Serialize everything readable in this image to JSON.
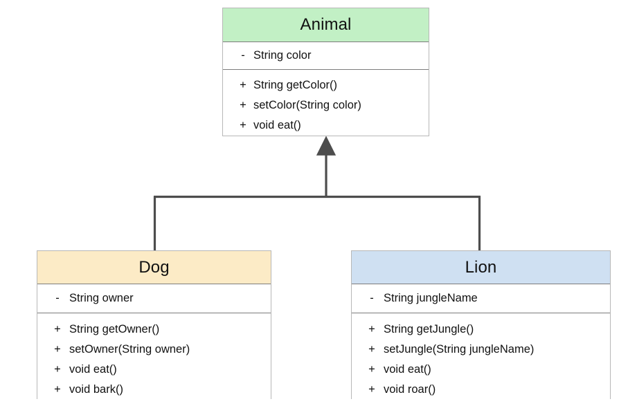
{
  "diagram": {
    "type": "uml-class-diagram",
    "background_color": "#ffffff",
    "connector_color": "#4d4d4d",
    "relationship": "inheritance",
    "arrow_style": "solid-filled-triangle",
    "arrow_direction": "up-to-parent"
  },
  "classes": {
    "animal": {
      "name": "Animal",
      "header_color": "#c2f0c5",
      "attributes": [
        {
          "visibility": "-",
          "member": "String color"
        }
      ],
      "methods": [
        {
          "visibility": "+",
          "member": "String getColor()"
        },
        {
          "visibility": "+",
          "member": "setColor(String color)"
        },
        {
          "visibility": "+",
          "member": "void eat()"
        }
      ]
    },
    "dog": {
      "name": "Dog",
      "header_color": "#fcebc6",
      "attributes": [
        {
          "visibility": "-",
          "member": "String owner"
        }
      ],
      "methods": [
        {
          "visibility": "+",
          "member": "String getOwner()"
        },
        {
          "visibility": "+",
          "member": "setOwner(String owner)"
        },
        {
          "visibility": "+",
          "member": "void eat()"
        },
        {
          "visibility": "+",
          "member": "void bark()"
        }
      ]
    },
    "lion": {
      "name": "Lion",
      "header_color": "#cfe0f2",
      "attributes": [
        {
          "visibility": "-",
          "member": "String jungleName"
        }
      ],
      "methods": [
        {
          "visibility": "+",
          "member": "String getJungle()"
        },
        {
          "visibility": "+",
          "member": "setJungle(String jungleName)"
        },
        {
          "visibility": "+",
          "member": "void eat()"
        },
        {
          "visibility": "+",
          "member": "void roar()"
        }
      ]
    }
  },
  "edges": [
    {
      "from": "dog",
      "to": "animal",
      "kind": "generalization"
    },
    {
      "from": "lion",
      "to": "animal",
      "kind": "generalization"
    }
  ]
}
